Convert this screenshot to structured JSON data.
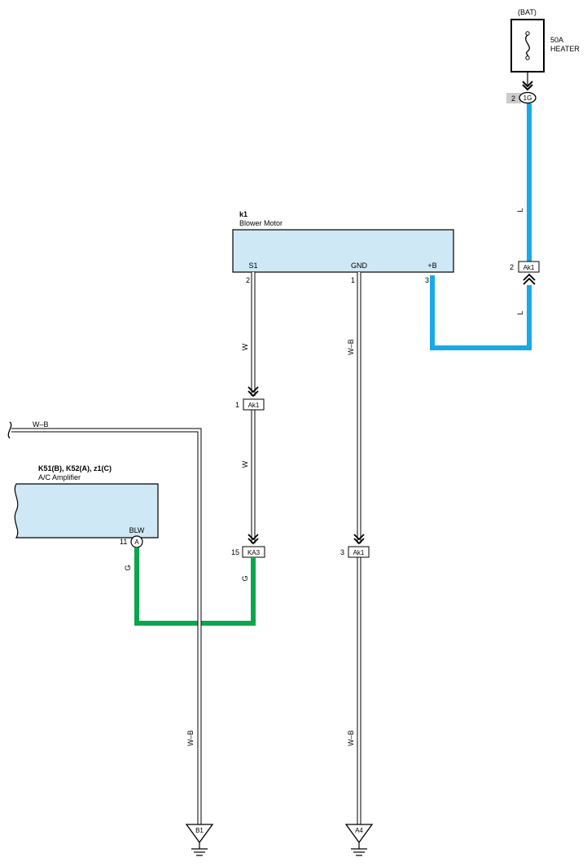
{
  "battery": {
    "source_label": "(BAT)",
    "fuse_rating": "50A",
    "fuse_name": "HEATER"
  },
  "blower_motor": {
    "code": "k1",
    "name": "Blower Motor",
    "pins": {
      "s1": {
        "label": "S1",
        "number": "2"
      },
      "gnd": {
        "label": "GND",
        "number": "1"
      },
      "b": {
        "label": "+B",
        "number": "3"
      }
    }
  },
  "amplifier": {
    "code": "K51(B), K52(A), z1(C)",
    "name": "A/C Amplifier",
    "pin_label": "BLW",
    "pin_number": "11",
    "connector_letter": "A"
  },
  "connectors": {
    "top_1g": {
      "pin": "2",
      "name": "1G"
    },
    "ak1_l": {
      "pin": "2",
      "name": "Ak1"
    },
    "ak1_w": {
      "pin": "1",
      "name": "Ak1"
    },
    "ka3": {
      "pin": "15",
      "name": "KA3"
    },
    "ak1_gnd": {
      "pin": "3",
      "name": "Ak1"
    }
  },
  "wires": {
    "l": "L",
    "w": "W",
    "wb": "W–B",
    "g": "G"
  },
  "grounds": {
    "b1": "B1",
    "a4": "A4"
  },
  "colors": {
    "blue_wire": "#19a9e6",
    "green_wire": "#0aa64b",
    "component_fill": "#cfe8f5"
  }
}
